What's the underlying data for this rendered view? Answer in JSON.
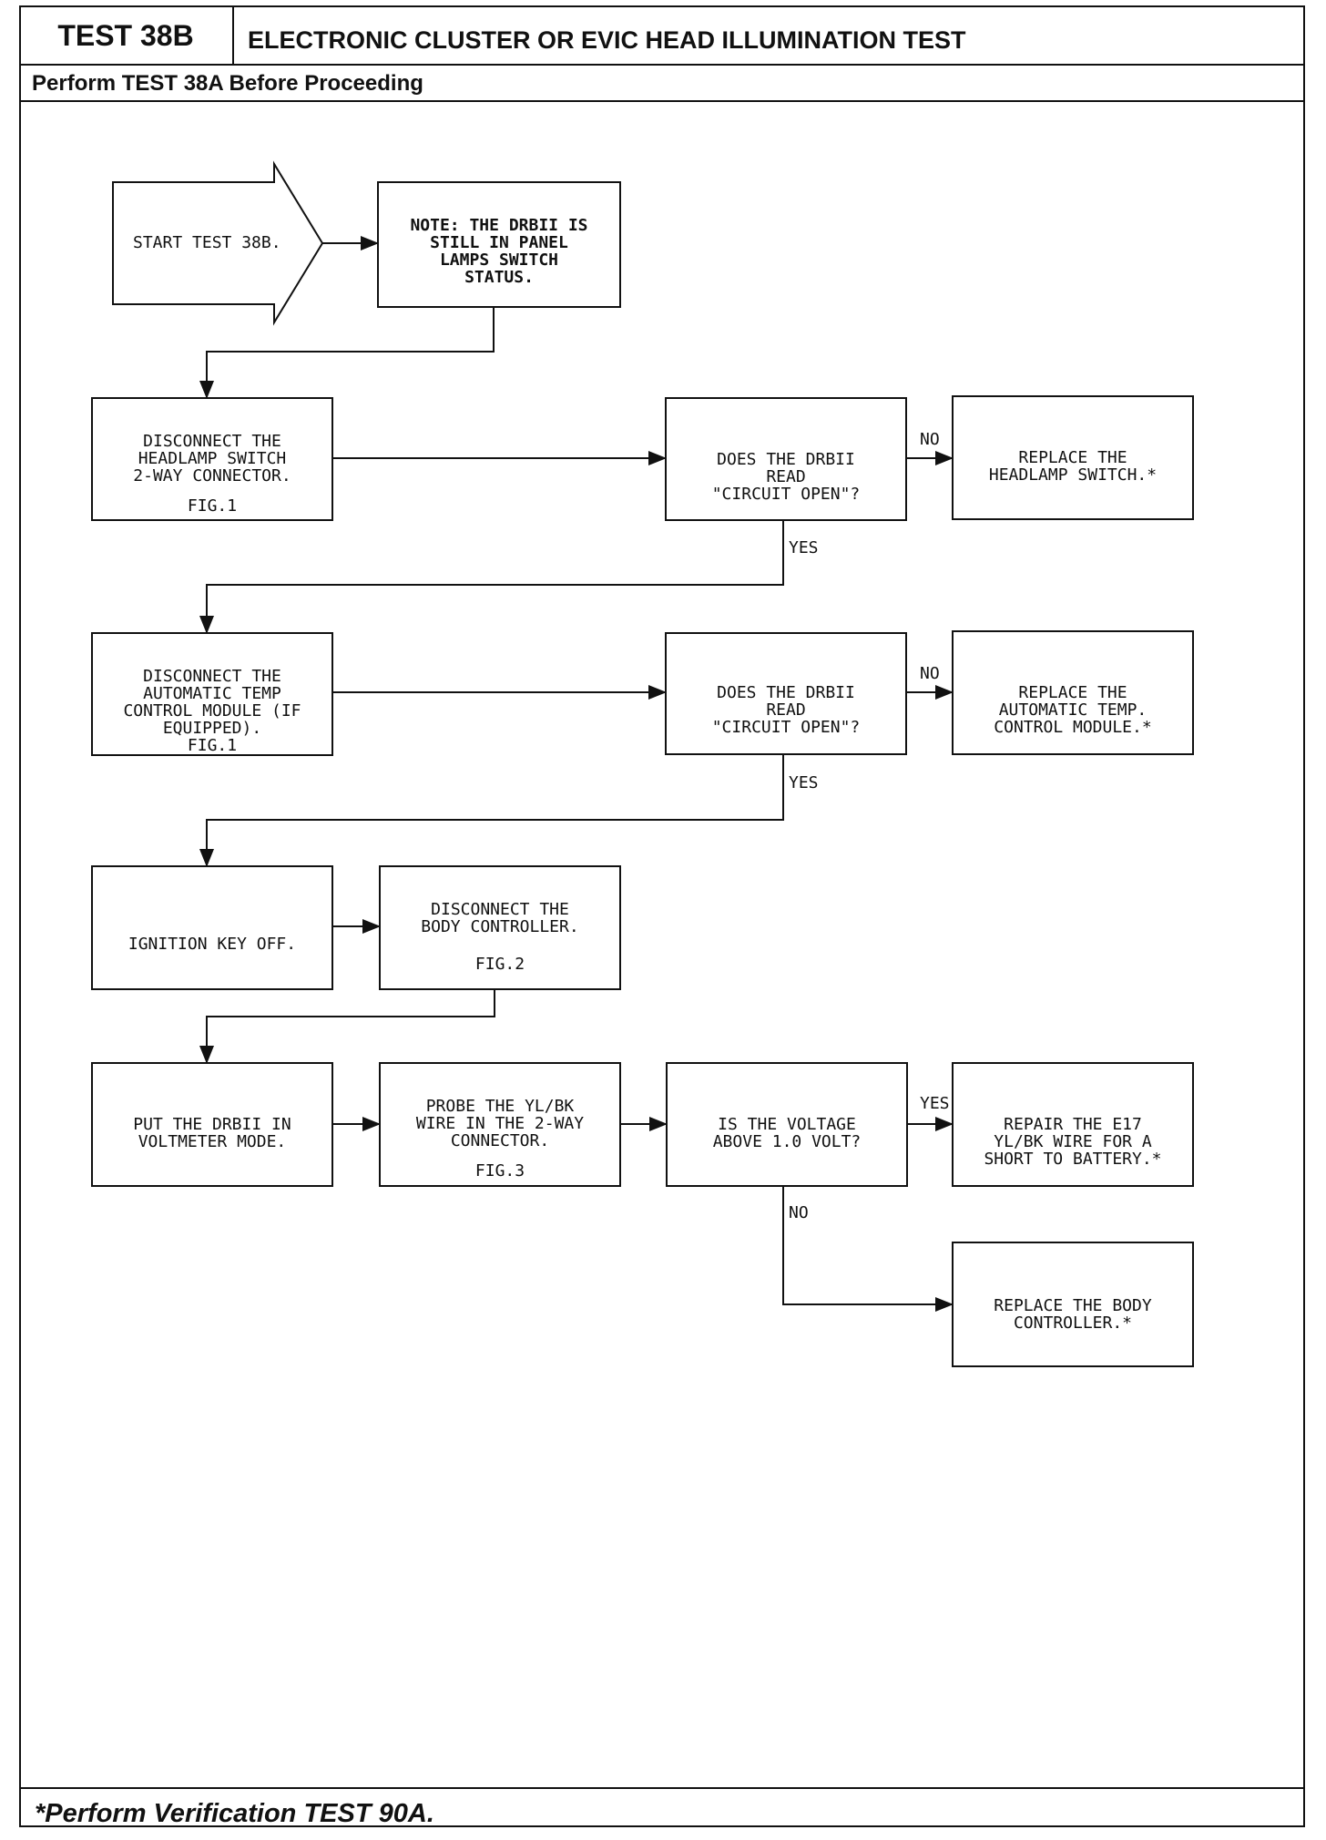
{
  "header": {
    "test_id": "TEST 38B",
    "title": "ELECTRONIC CLUSTER OR EVIC HEAD ILLUMINATION TEST",
    "prerequisite": "Perform TEST 38A Before Proceeding"
  },
  "flowchart": {
    "start": "START TEST 38B.",
    "note": "NOTE: THE DRBII IS\nSTILL IN PANEL\nLAMPS SWITCH\nSTATUS.",
    "step1": {
      "text": "DISCONNECT THE\nHEADLAMP SWITCH\n2-WAY CONNECTOR.",
      "fig": "FIG.1"
    },
    "decision1": "DOES THE DRBII\nREAD\n\"CIRCUIT OPEN\"?",
    "result1_no": "REPLACE THE\nHEADLAMP SWITCH.*",
    "step2": {
      "text": "DISCONNECT THE\nAUTOMATIC TEMP\nCONTROL MODULE (IF\nEQUIPPED).",
      "fig": "FIG.1"
    },
    "decision2": "DOES THE DRBII\nREAD\n\"CIRCUIT OPEN\"?",
    "result2_no": "REPLACE THE\nAUTOMATIC TEMP.\nCONTROL MODULE.*",
    "step3": "IGNITION KEY OFF.",
    "step4": {
      "text": "DISCONNECT THE\nBODY CONTROLLER.",
      "fig": "FIG.2"
    },
    "step5": "PUT THE DRBII IN\nVOLTMETER MODE.",
    "step6": {
      "text": "PROBE THE YL/BK\nWIRE IN THE 2-WAY\nCONNECTOR.",
      "fig": "FIG.3"
    },
    "decision3": "IS THE VOLTAGE\nABOVE 1.0 VOLT?",
    "result3_yes": "REPAIR THE E17\nYL/BK WIRE FOR A\nSHORT TO BATTERY.*",
    "result3_no": "REPLACE THE BODY\nCONTROLLER.*",
    "labels": {
      "no": "NO",
      "yes": "YES"
    }
  },
  "footer": {
    "text": "*Perform Verification TEST 90A."
  }
}
